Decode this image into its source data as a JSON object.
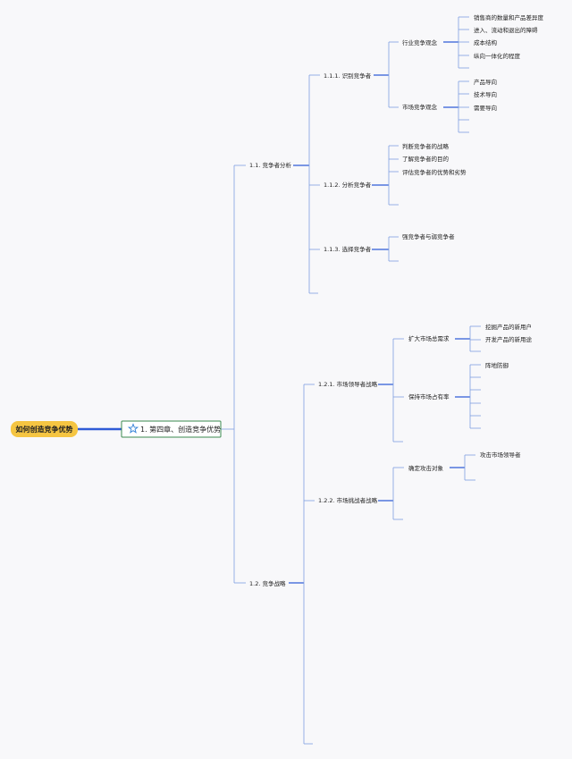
{
  "root": {
    "label": "如何创造竞争优势"
  },
  "chapter": {
    "label": "1. 第四章、创造竞争优势",
    "icon": "star-icon"
  },
  "sections": {
    "s1": {
      "label": "1.1. 竞争者分析",
      "a": {
        "label": "1.1.1. 识别竞争者",
        "industry": {
          "label": "行业竞争观念",
          "items": [
            "销售商的数量和产品差异度",
            "进入、流动和退出的障碍",
            "成本结构",
            "纵向一体化的程度"
          ]
        },
        "market": {
          "label": "市场竞争观念",
          "items": [
            "产品导向",
            "技术导向",
            "需要导向"
          ]
        }
      },
      "b": {
        "label": "1.1.2. 分析竞争者",
        "items": [
          "判断竞争者的战略",
          "了解竞争者的目的",
          "评估竞争者的优势和劣势"
        ]
      },
      "c": {
        "label": "1.1.3. 选择竞争者",
        "items": [
          "强竞争者与弱竞争者"
        ]
      }
    },
    "s2": {
      "label": "1.2. 竞争战略",
      "a": {
        "label": "1.2.1. 市场领导者战略",
        "expand": {
          "label": "扩大市场总需求",
          "items": [
            "挖掘产品的新用户",
            "开发产品的新用途"
          ]
        },
        "keep": {
          "label": "保持市场占有率",
          "items": [
            "阵地防御"
          ]
        }
      },
      "b": {
        "label": "1.2.2. 市场挑战者战略",
        "target": {
          "label": "确定攻击对象",
          "items": [
            "攻击市场领导者"
          ]
        }
      }
    }
  }
}
